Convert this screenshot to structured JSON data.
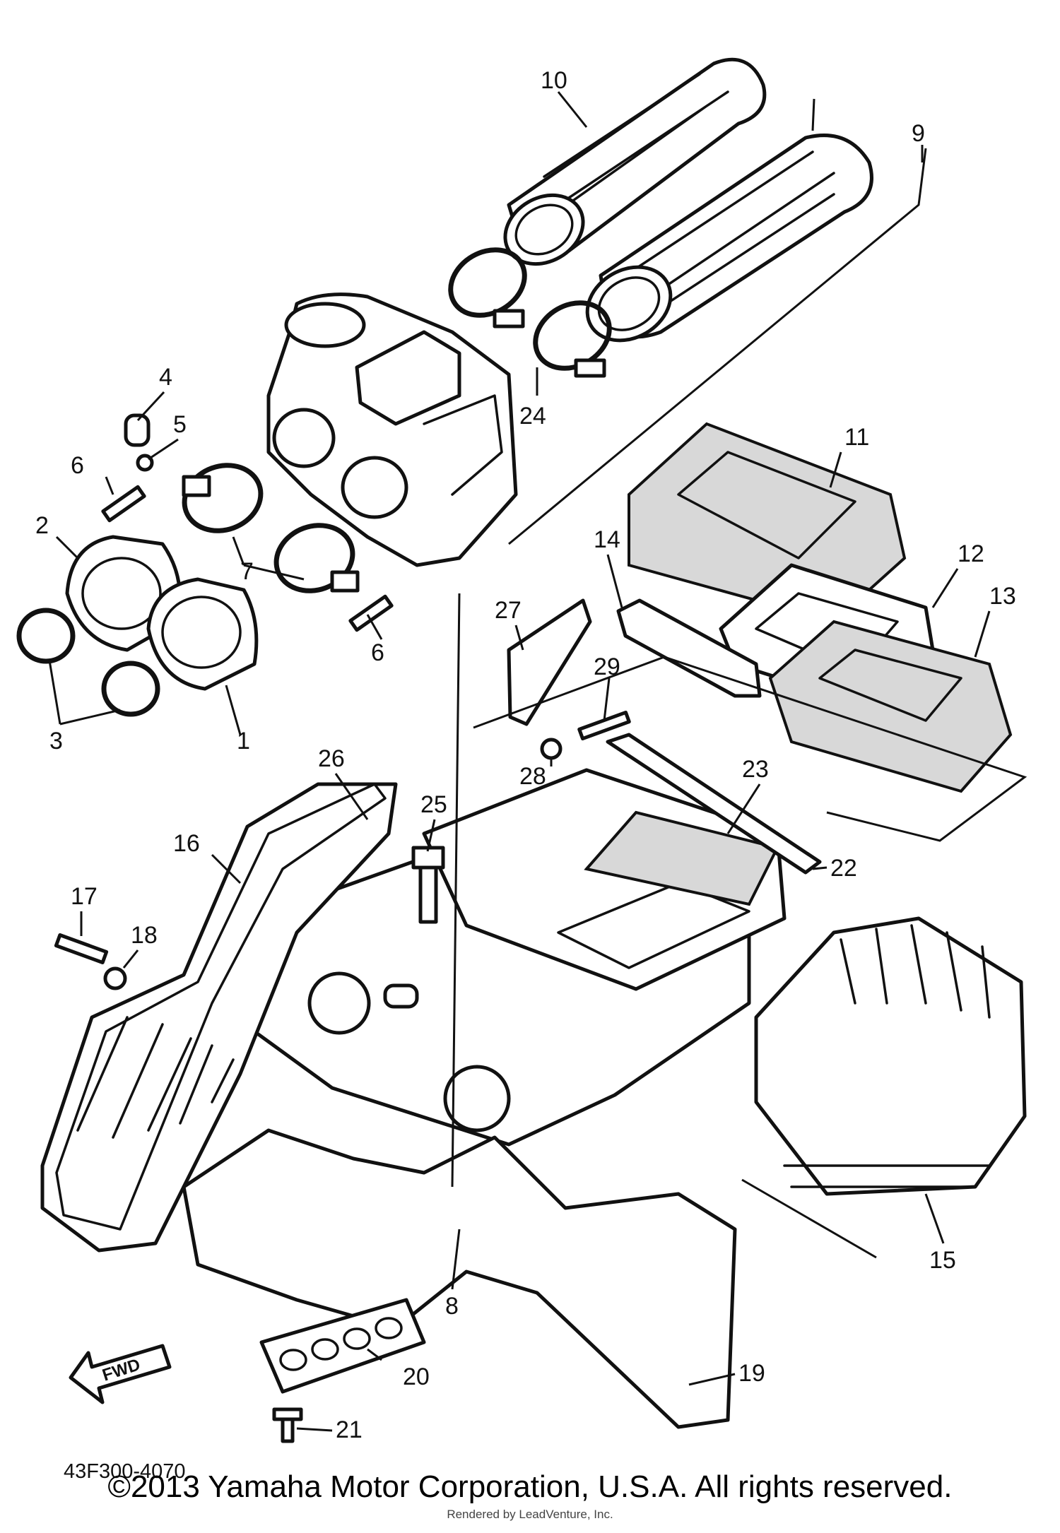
{
  "diagram": {
    "callouts": [
      "1",
      "2",
      "3",
      "4",
      "5",
      "6",
      "6",
      "7",
      "8",
      "9",
      "10",
      "11",
      "12",
      "13",
      "14",
      "15",
      "16",
      "17",
      "18",
      "19",
      "20",
      "21",
      "22",
      "23",
      "24",
      "25",
      "26",
      "27",
      "28",
      "29"
    ],
    "fwd_label": "FWD",
    "part_code": "43F300-4070"
  },
  "footer": {
    "copyright": "©2013 Yamaha Motor Corporation, U.S.A. All rights reserved.",
    "rendered_by": "Rendered by LeadVenture, Inc."
  },
  "colors": {
    "line": "#111111",
    "background": "#ffffff",
    "shading": "#d8d8d8"
  }
}
